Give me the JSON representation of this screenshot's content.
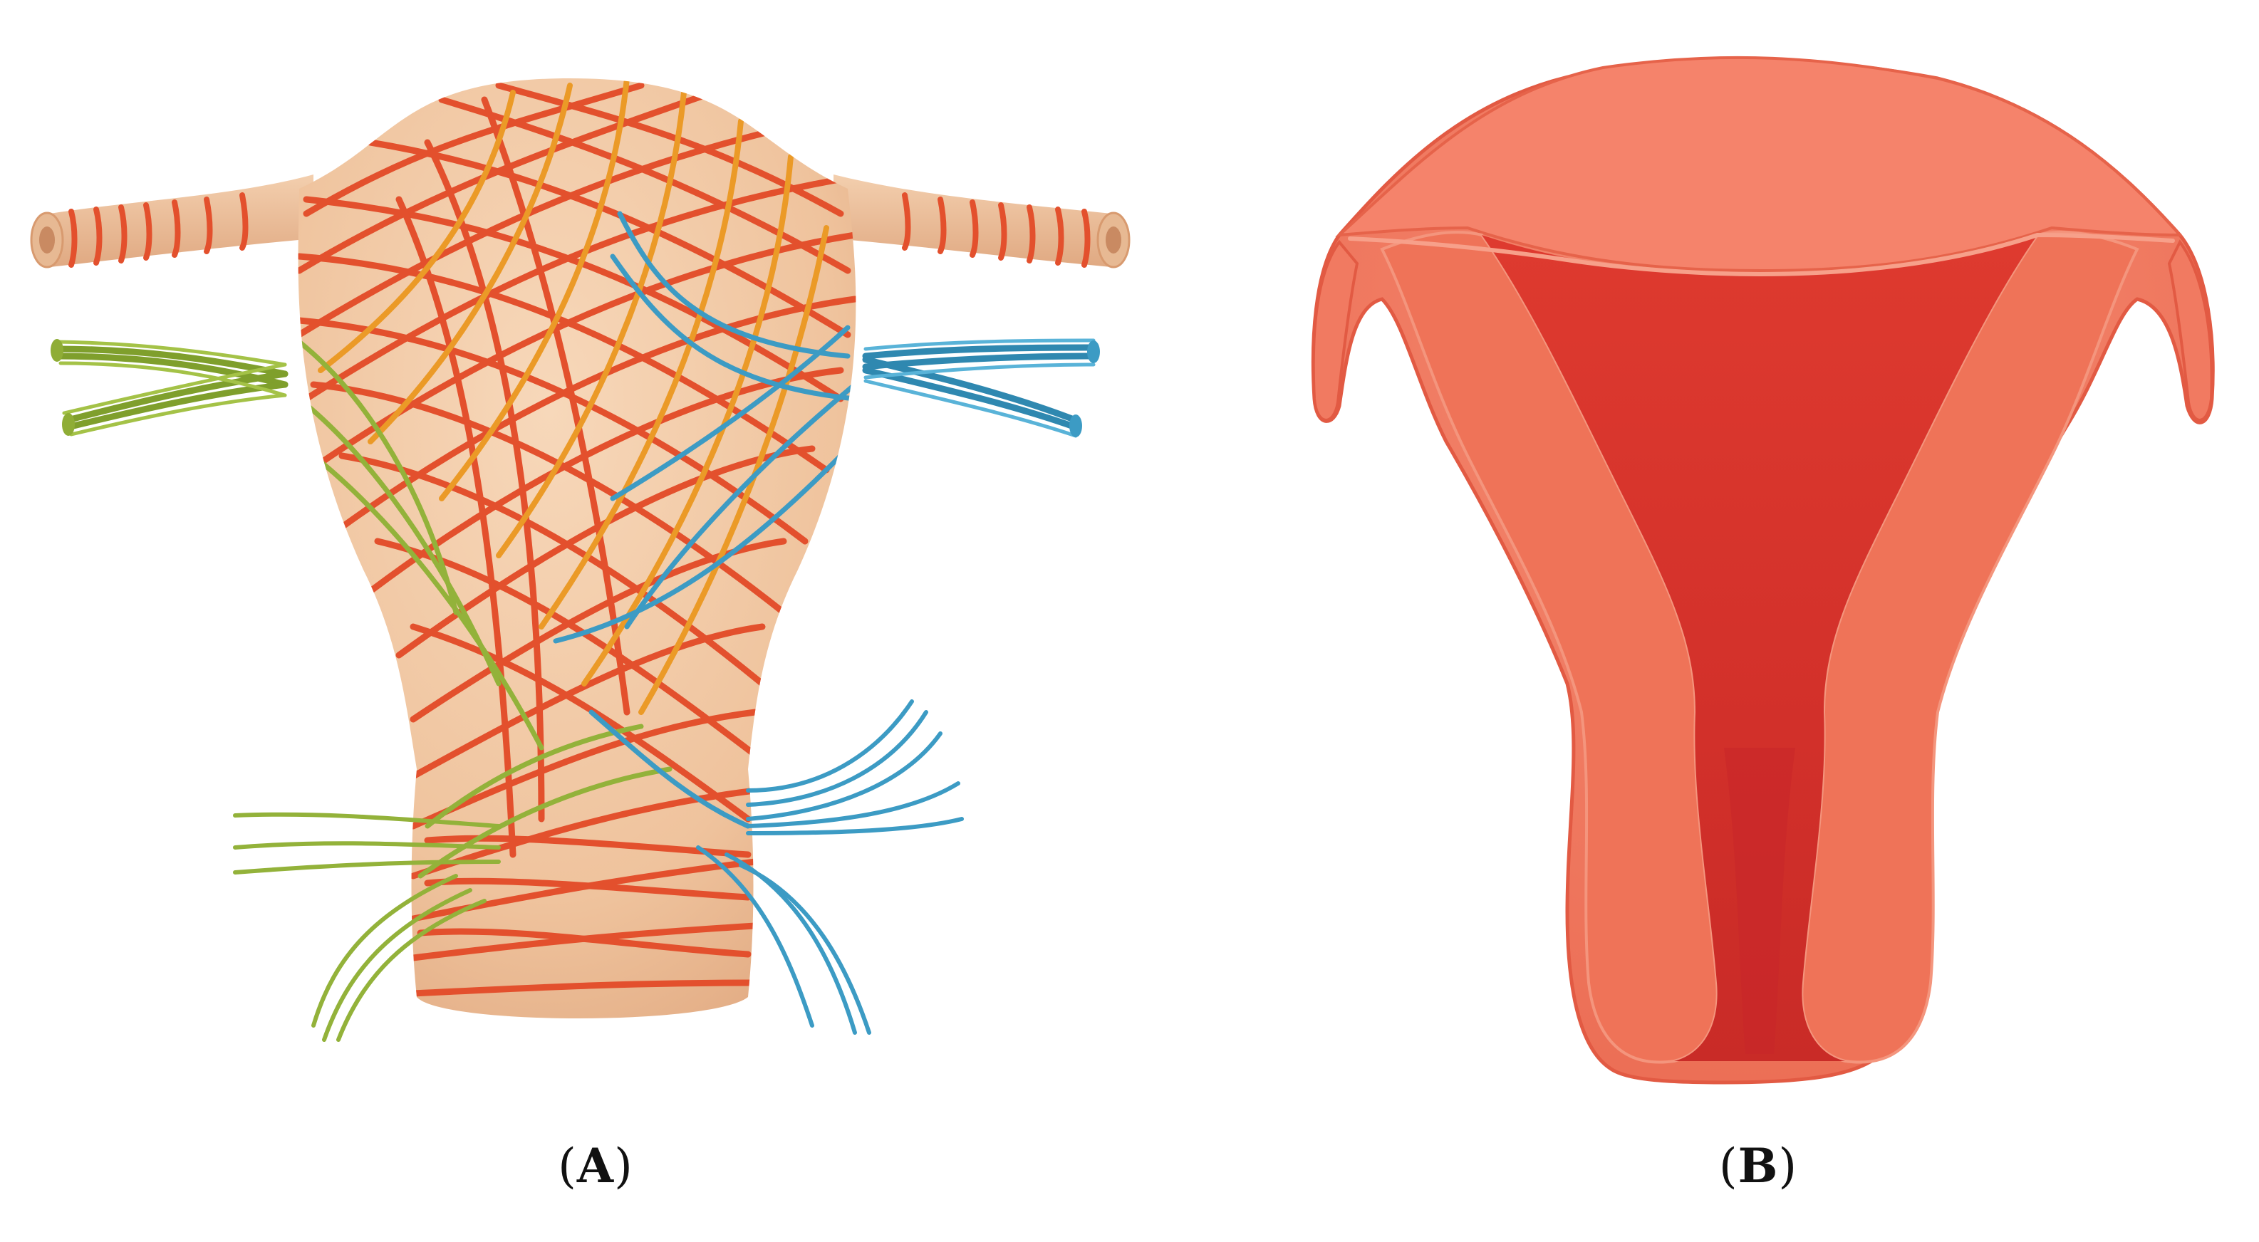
{
  "figure": {
    "panels": [
      {
        "id": "A",
        "label_open": "(",
        "label_letter": "A",
        "label_close": ")"
      },
      {
        "id": "B",
        "label_open": "(",
        "label_letter": "B",
        "label_close": ")"
      }
    ]
  },
  "colors": {
    "background": "#ffffff",
    "skin": "#f2c8a4",
    "fiber_red": "#e3502d",
    "fiber_orange": "#eb9a27",
    "fiber_green": "#93b23a",
    "fiber_blue": "#3c9bc4",
    "tissue": "#f07a62",
    "tissue_edge": "#e65c45",
    "cavity": "#d9332b",
    "cavity_dark": "#c2241f"
  }
}
